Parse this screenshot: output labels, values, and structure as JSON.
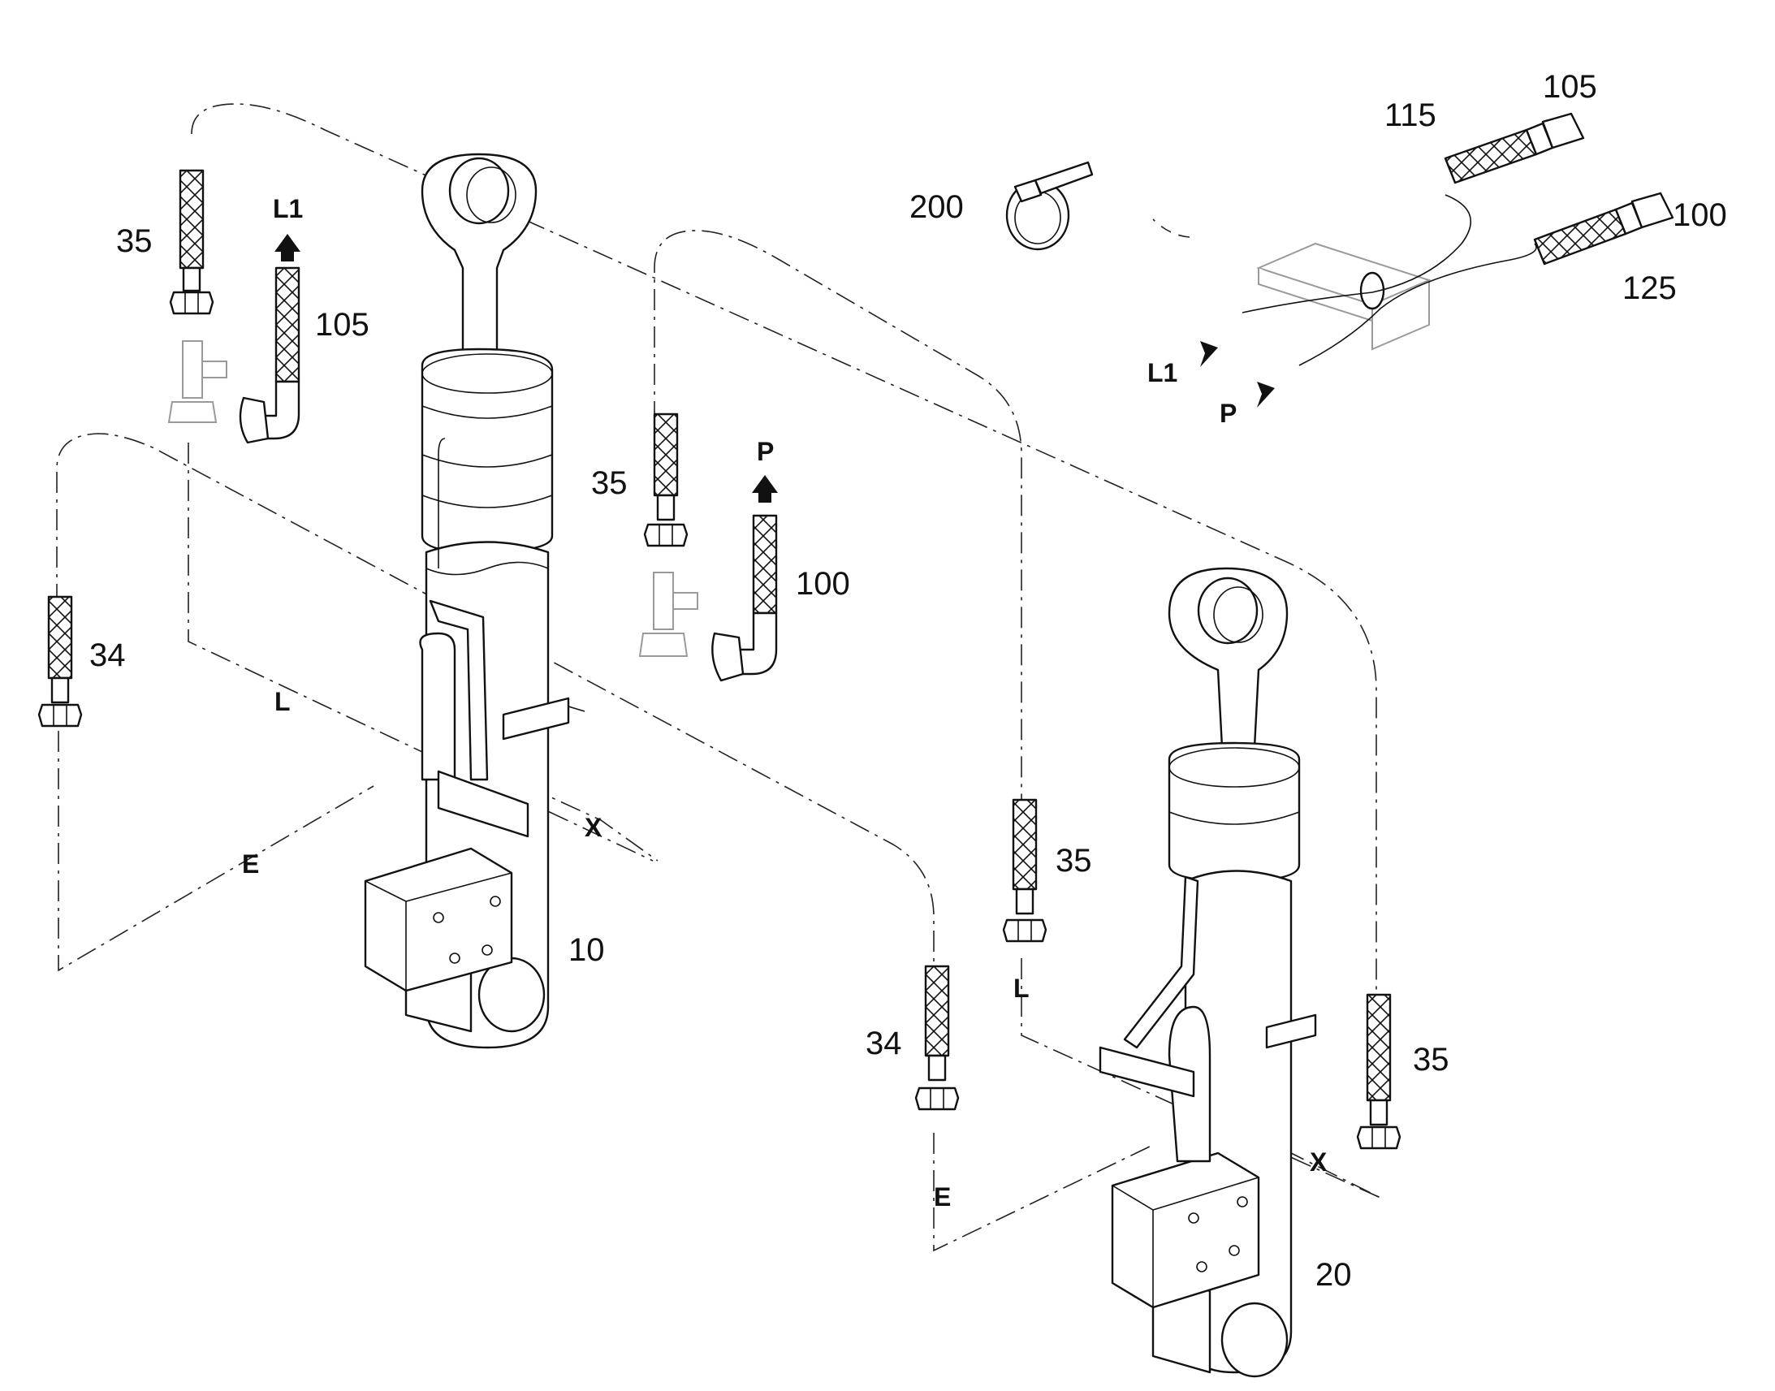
{
  "labels": {
    "hose_35_a": "35",
    "hose_105_a": "105",
    "hose_34_a": "34",
    "hose_35_b": "35",
    "hose_100_a": "100",
    "cylinder_10": "10",
    "hose_35_c": "35",
    "hose_34_b": "34",
    "hose_35_d": "35",
    "cylinder_20": "20",
    "tie_200": "200",
    "hose_115": "115",
    "hose_105_b": "105",
    "hose_100_b": "100",
    "hose_125": "125"
  },
  "ports": {
    "l1_top": "L1",
    "p_top": "P",
    "l1_bracket": "L1",
    "p_bracket": "P",
    "l_left": "L",
    "x_left": "X",
    "e_left": "E",
    "l_right": "L",
    "x_right": "X",
    "e_right": "E"
  },
  "icons": {
    "flow_arrow": "flow-direction-arrow-icon",
    "cable_tie": "cable-tie-icon"
  }
}
